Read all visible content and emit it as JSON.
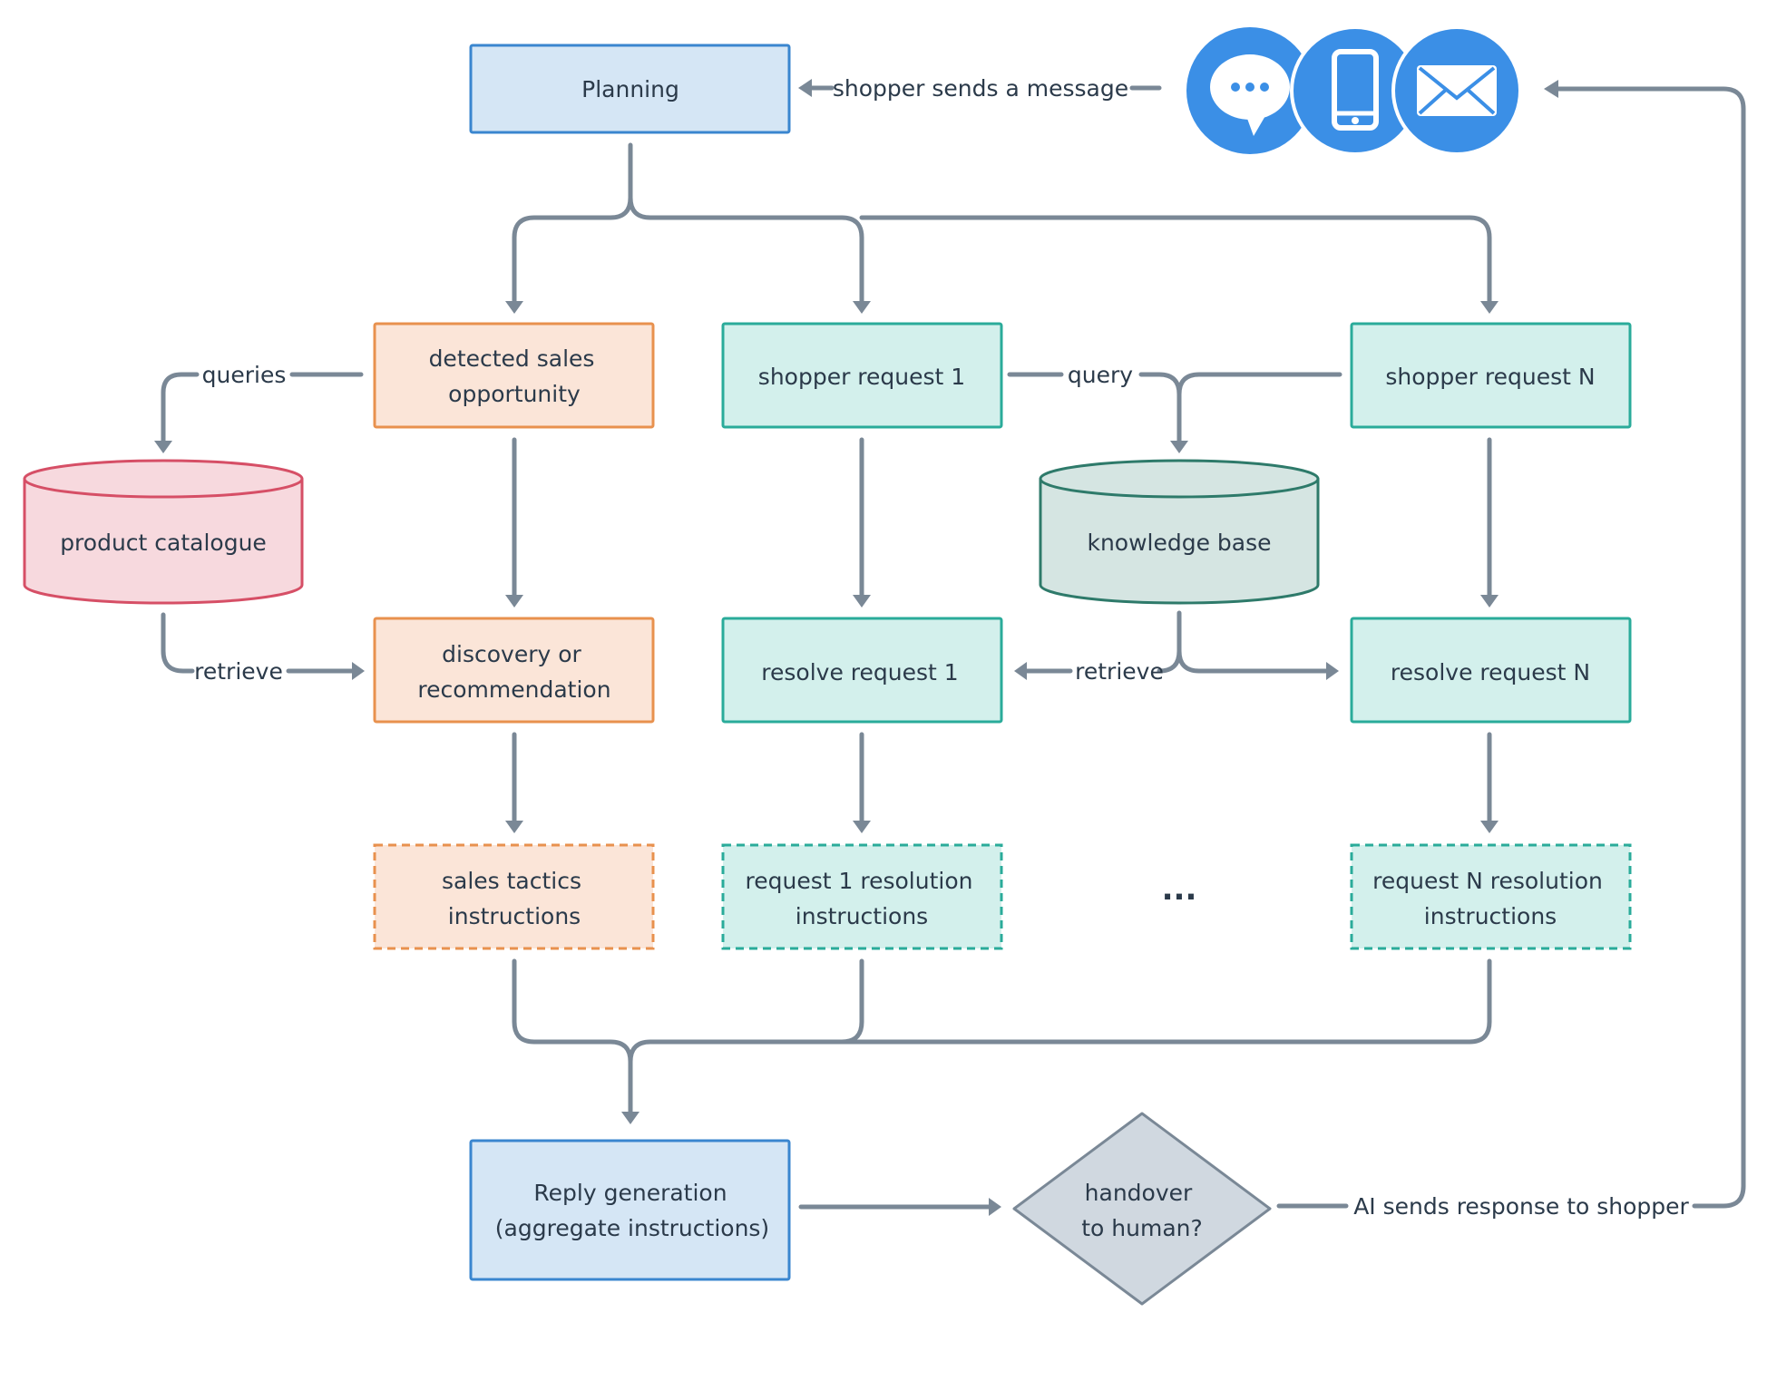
{
  "colors": {
    "edge": "#7a8896",
    "blue_fill": "#d5e6f5",
    "blue_stroke": "#3a86cf",
    "orange_fill": "#fbe5d8",
    "orange_stroke": "#e8914e",
    "teal_fill": "#d3f0ec",
    "teal_stroke": "#2aab9a",
    "pink_fill": "#f7d9de",
    "pink_stroke": "#d64f66",
    "kb_fill": "#d5e5e2",
    "kb_stroke": "#2e7a6a",
    "diamond_fill": "#d0d8e0",
    "diamond_stroke": "#7a8896",
    "icon_blue": "#3b8fe6"
  },
  "nodes": {
    "planning": "Planning",
    "sales_opportunity": [
      "detected sales",
      "opportunity"
    ],
    "shopper_request_1": "shopper request 1",
    "shopper_request_n": "shopper request N",
    "product_catalogue": "product catalogue",
    "knowledge_base": "knowledge base",
    "discovery": [
      "discovery or",
      "recommendation"
    ],
    "resolve_request_1": "resolve request 1",
    "resolve_request_n": "resolve request N",
    "sales_tactics": [
      "sales tactics",
      "instructions"
    ],
    "request_1_resolution": [
      "request 1 resolution",
      "instructions"
    ],
    "ellipsis": "...",
    "request_n_resolution": [
      "request N resolution",
      "instructions"
    ],
    "reply_generation": [
      "Reply generation",
      "(aggregate instructions)"
    ],
    "handover": [
      "handover",
      "to human?"
    ]
  },
  "edge_labels": {
    "shopper_sends": "shopper sends a message",
    "queries": "queries",
    "query": "query",
    "retrieve_left": "retrieve",
    "retrieve_right": "retrieve",
    "ai_sends": "AI sends response to shopper"
  },
  "icons": [
    "chat-bubble-icon",
    "mobile-phone-icon",
    "email-icon"
  ]
}
